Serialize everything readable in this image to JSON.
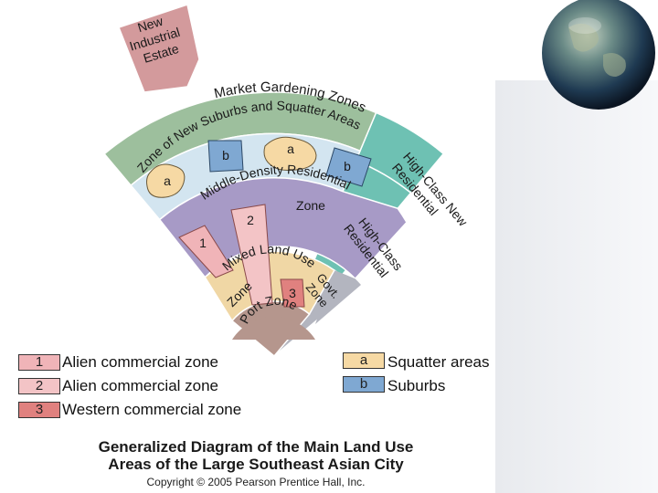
{
  "diagram": {
    "zones": {
      "new_industrial_estate": [
        "New",
        "Industrial",
        "Estate"
      ],
      "market_gardening": "Market Gardening Zones",
      "new_suburbs_squatter": "Zone of New Suburbs and Squatter Areas",
      "middle_density": [
        "Middle-Density Residential",
        "Zone"
      ],
      "high_class_new": [
        "High-Class New",
        "Residential"
      ],
      "high_class": [
        "High-Class",
        "Residential"
      ],
      "mixed_land_use": [
        "Mixed Land Use",
        "Zone"
      ],
      "govt_zone": [
        "Govt.",
        "Zone"
      ],
      "port_zone": "Port Zone"
    },
    "markers": {
      "alien_1": "1",
      "alien_2": "2",
      "western_3": "3",
      "squatter": "a",
      "suburb": "b"
    }
  },
  "legend": [
    {
      "key": "1",
      "label": "Alien commercial zone",
      "color": "#f0b4b8"
    },
    {
      "key": "2",
      "label": "Alien commercial zone",
      "color": "#f3c4c6"
    },
    {
      "key": "3",
      "label": "Western commercial zone",
      "color": "#e0817f"
    },
    {
      "key": "a",
      "label": "Squatter areas",
      "color": "#f6d9a4"
    },
    {
      "key": "b",
      "label": "Suburbs",
      "color": "#7fa8d2"
    }
  ],
  "caption": {
    "line1": "Generalized Diagram of the Main Land Use",
    "line2": "Areas of the Large Southeast Asian City",
    "copyright": "Copyright © 2005 Pearson Prentice Hall, Inc."
  },
  "colors": {
    "market_gardening": "#9dbf9d",
    "suburbs_ring": "#d3e5f0",
    "middle_density": "#a79ac6",
    "mixed_use": "#f0d7a5",
    "port": "#b5968d",
    "high_class": "#6ec1b3",
    "govt": "#b3b5bf",
    "industrial": "#d39a9c"
  }
}
